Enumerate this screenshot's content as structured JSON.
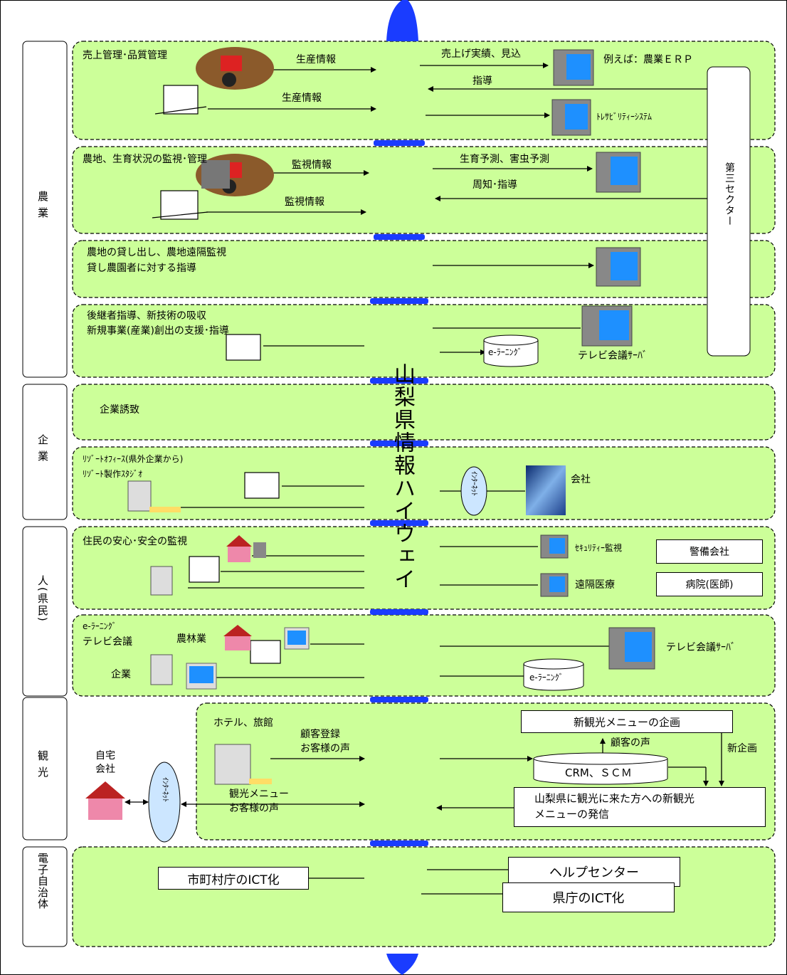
{
  "categories": [
    {
      "label": "農業"
    },
    {
      "label": "企業"
    },
    {
      "label": "人(県民)"
    },
    {
      "label": "観光"
    },
    {
      "label": "電子自治体"
    }
  ],
  "highway": "山梨県情報ハイウェイ",
  "third_sector": "第三セクター",
  "agri": {
    "row1": {
      "title": "売上管理･品質管理",
      "info1": "生産情報",
      "info2": "生産情報",
      "sales": "売上げ実績、見込",
      "guide": "指導",
      "erp": "例えば：農業ＥＲＰ",
      "trace": "ﾄﾚｻﾋﾞﾘﾃｨｰｼｽﾃﾑ"
    },
    "row2": {
      "title": "農地、生育状況の監視･管理",
      "info1": "監視情報",
      "info2": "監視情報",
      "predict": "生育予測、害虫予測",
      "notice": "周知･指導"
    },
    "row3": {
      "line1": "農地の貸し出し、農地遠隔監視",
      "line2": "貸し農園者に対する指導"
    },
    "row4": {
      "line1": "後継者指導、新技術の吸収",
      "line2": "新規事業(産業)創出の支援･指導",
      "elearn": "e-ﾗｰﾆﾝｸﾞ",
      "tvserver": "テレビ会議ｻｰﾊﾞ"
    }
  },
  "ent": {
    "row1": {
      "title": "企業誘致"
    },
    "row2": {
      "line1": "ﾘｿﾞｰﾄｵﾌｨｰｽ(県外企業から)",
      "line2": "ﾘｿﾞｰﾄ製作ｽﾀｼﾞｵ",
      "internet": "ｲﾝﾀｰﾈｯﾄ",
      "company": "会社"
    }
  },
  "people": {
    "row1": {
      "title": "住民の安心･安全の監視",
      "security": "ｾｷｭﾘﾃｨｰ監視",
      "guard": "警備会社",
      "remote": "遠隔医療",
      "hospital": "病院(医師)"
    },
    "row2": {
      "line1": "e-ﾗｰﾆﾝｸﾞ",
      "line2": "テレビ会議",
      "agri": "農林業",
      "corp": "企業",
      "tvserver": "テレビ会議ｻｰﾊﾞ",
      "elearn": "e-ﾗｰﾆﾝｸﾞ"
    }
  },
  "tourism": {
    "home1": "自宅",
    "home2": "会社",
    "internet": "ｲﾝﾀｰﾈｯﾄ",
    "hotel": "ホテル、旅館",
    "reg1": "顧客登録",
    "reg2": "お客様の声",
    "menu1": "観光メニュー",
    "menu2": "お客様の声",
    "plan": "新観光メニューの企画",
    "voice": "顧客の声",
    "newplan": "新企画",
    "crm": "CRM、ＳＣＭ",
    "send1": "山梨県に観光に来た方への新観光",
    "send2": "メニューの発信"
  },
  "gov": {
    "city": "市町村庁のICT化",
    "help": "ヘルプセンター",
    "pref": "県庁のICT化"
  },
  "colors": {
    "panel": "#ccff99",
    "highway": "#1a3cff",
    "screen": "#1e90ff",
    "cylinder": "#cce6ff"
  }
}
